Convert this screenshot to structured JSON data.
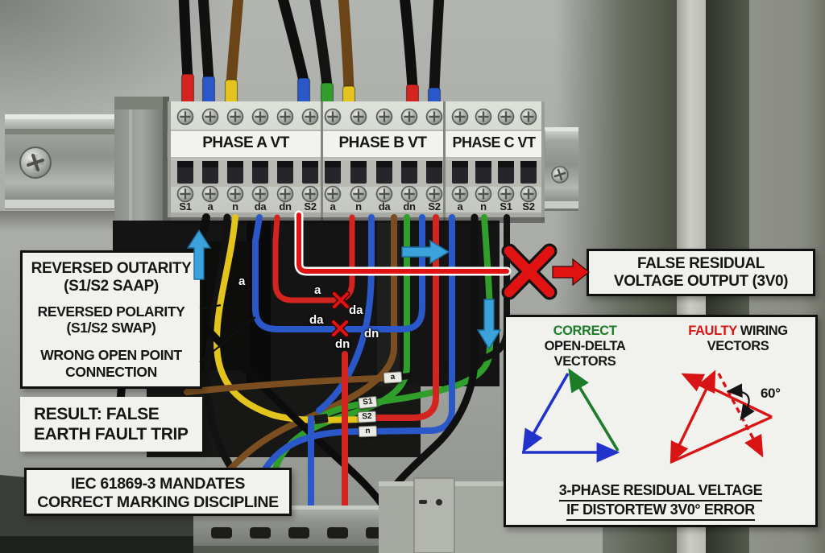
{
  "terminal_strip": {
    "blocks": [
      {
        "label": "PHASE A VT",
        "terminals": [
          "S1",
          "a",
          "n",
          "da",
          "dn",
          "S2"
        ]
      },
      {
        "label": "PHASE B VT",
        "terminals": [
          "a",
          "n",
          "da",
          "dn",
          "S2"
        ]
      },
      {
        "label": "PHASE C VT",
        "terminals": [
          "a",
          "n",
          "S1",
          "S2"
        ]
      }
    ]
  },
  "wire_labels": {
    "floating": [
      "a",
      "a",
      "da",
      "da",
      "dn",
      "dn"
    ],
    "sleeves": [
      "a",
      "S1",
      "S2",
      "n"
    ]
  },
  "callouts": {
    "faults": [
      "REVERSED OUTARITY",
      "(S1/S2 SAAP)",
      "REVERSED POLARITY",
      "(S1/S2 SWAP)",
      "WRONG OPEN POINT",
      "CONNECTION"
    ],
    "result": [
      "RESULT: FALSE",
      "EARTH FAULT TRIP"
    ],
    "iec": [
      "IEC 61869-3 MANDATES",
      "CORRECT MARKING DISCIPLINE"
    ],
    "false_residual": [
      "FALSE RESIDUAL",
      "VOLTAGE OUTPUT (3V0)"
    ]
  },
  "vector_panel": {
    "correct_word": "CORRECT",
    "correct_line2": "OPEN-DELTA VECTORS",
    "faulty_word": "FAULTY",
    "faulty_rest": " WIRING",
    "faulty_line2": "VECTORS",
    "angle": "60°",
    "caption1": "3-PHASE RESIDUAL VELTAGE",
    "caption2": "IF DISTORTEW 3V0° ERROR"
  },
  "colors": {
    "correct_green": "#1c7c28",
    "faulty_red": "#d91414",
    "highlight_red": "#e01212",
    "arrow_blue": "#3ba2dc",
    "wire_yellow": "#e2c41c",
    "wire_blue": "#2a58c8",
    "wire_red": "#d42420",
    "wire_green": "#2f9e2a",
    "wire_brown": "#7a4e20",
    "wire_black": "#161616"
  }
}
